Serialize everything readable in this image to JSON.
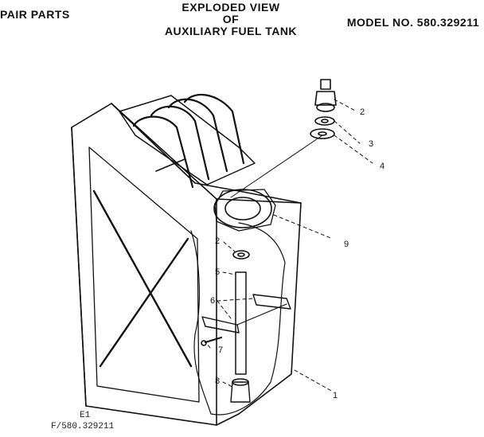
{
  "header": {
    "left": "PAIR PARTS",
    "center_line1": "EXPLODED VIEW",
    "center_line2": "OF",
    "center_line3": "AUXILIARY FUEL TANK",
    "right": "MODEL NO. 580.329211"
  },
  "callouts": {
    "c1": "1",
    "c2a": "2",
    "c2b": "2",
    "c3": "3",
    "c4": "4",
    "c5": "5",
    "c6": "6",
    "c7": "7",
    "c8": "8",
    "c9": "9"
  },
  "footer": {
    "line1": "E1",
    "line2": "F/580.329211"
  }
}
